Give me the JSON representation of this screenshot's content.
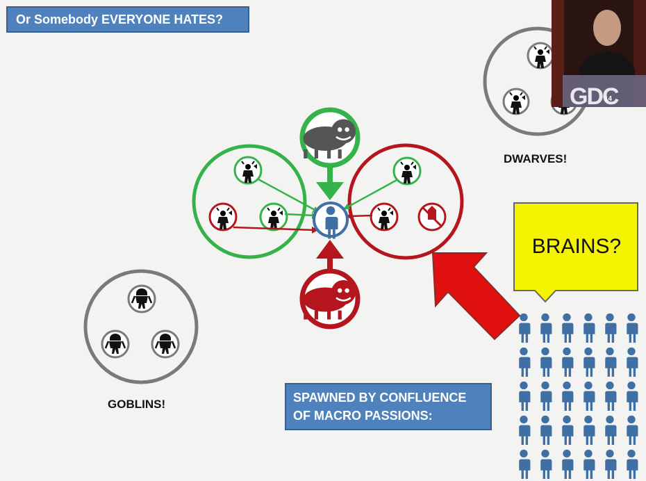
{
  "slide": {
    "title": "Or Somebody EVERYONE HATES?",
    "dwarves_label": "DWARVES!",
    "goblins_label": "GOBLINS!",
    "spawned_line1": "SPAWNED BY CONFLUENCE",
    "spawned_line2": "OF MACRO PASSIONS:",
    "brains_label": "BRAINS?",
    "gdc_logo": "GDC",
    "gdc_year": "14"
  },
  "colors": {
    "green": "#36b24a",
    "red": "#b5161e",
    "gray": "#7a7a7a",
    "blue": "#3f6fa3",
    "yellow": "#f4f400",
    "arrow_red": "#e01010"
  },
  "icons": {
    "center": "person-icon",
    "top": "lion-dancer-icon",
    "bottom": "lion-dancer-icon",
    "left_group": [
      "viking-axe-icon",
      "viking-axe-icon",
      "viking-axe-icon"
    ],
    "right_group": [
      "archer-icon",
      "archer-icon",
      "forbidden-mage-icon"
    ],
    "goblins": [
      "goblin-icon",
      "goblin-icon",
      "goblin-icon"
    ],
    "dwarves": [
      "dwarf-icon",
      "dwarf-icon",
      "dwarf-icon"
    ]
  }
}
